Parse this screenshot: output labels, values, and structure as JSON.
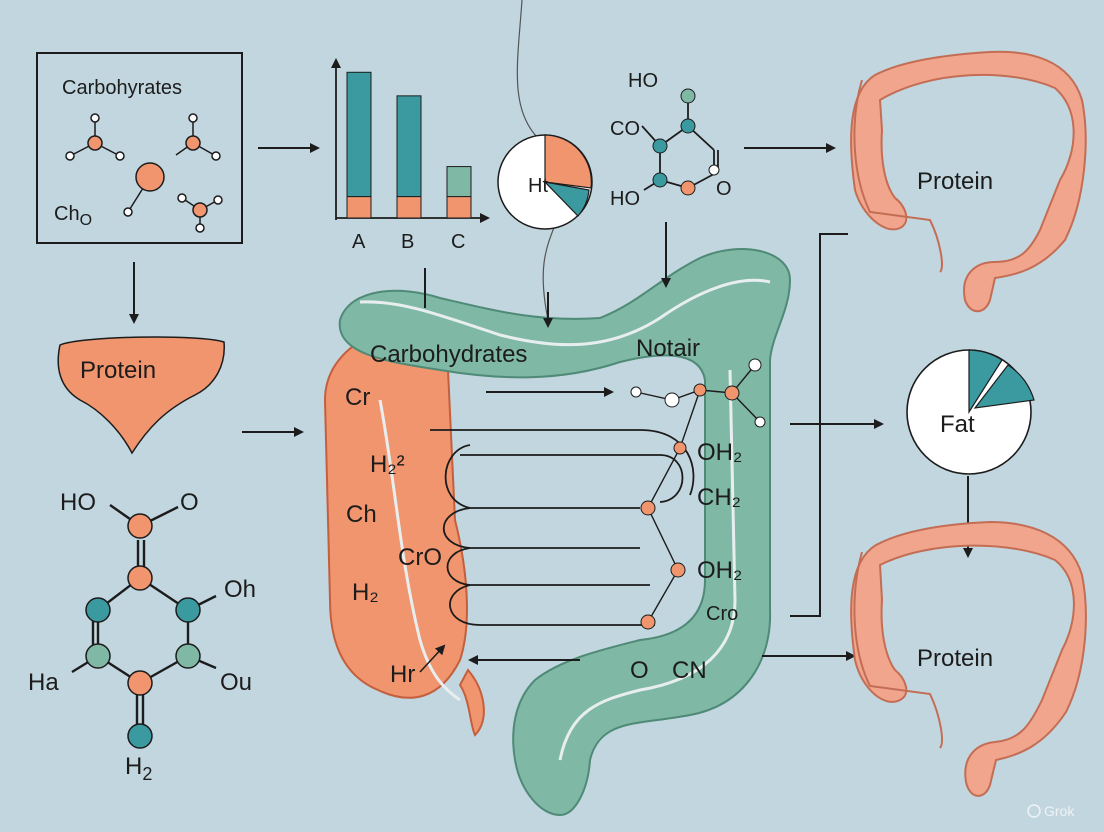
{
  "labels": {
    "box_title": "Carbohyrates",
    "box_formula": "Ch",
    "box_formula_sub": "O",
    "bar_cats": [
      "A",
      "B",
      "C"
    ],
    "pie_top_label": "Ht",
    "mol_top": {
      "ho1": "HO",
      "co": "CO",
      "ho2": "HO",
      "co_o": "O"
    },
    "protein_left": "Protein",
    "mol_left": {
      "ho": "HO",
      "o_top": "O",
      "oh": "Oh",
      "ha": "Ha",
      "ou": "Ou",
      "h2": "H",
      "h2_sub": "2"
    },
    "intestine_carbs": "Carbohydrates",
    "intestine_notair": "Notair",
    "desc": {
      "cr": "Cr",
      "h22": "H₂²",
      "ch": "Ch",
      "h2": "H₂",
      "hr": "Hr"
    },
    "mid": {
      "cro": "CrO"
    },
    "right_chain": {
      "oh2a": "OH₂",
      "ch2": "CH₂",
      "oh2b": "OH₂",
      "cro": "Cro",
      "cn": "CN",
      "o": "O"
    },
    "colon_top": "Protein",
    "colon_bottom": "Protein",
    "pie_fat_label": "Fat",
    "watermark": "Grok"
  },
  "colors": {
    "background": "#c2d6df",
    "orange": "#f0956e",
    "teal": "#3b9aa0",
    "green": "#7fb8a4",
    "colon": "#f0a58c",
    "dark": "#1c1c1c"
  },
  "chart_data": {
    "type": "bar",
    "categories": [
      "A",
      "B",
      "C"
    ],
    "series": [
      {
        "values": [
          1,
          1,
          1
        ]
      },
      {
        "values": [
          5.8,
          4.7,
          1.4
        ]
      }
    ],
    "ylim": [
      0,
      7
    ],
    "stacked": true
  }
}
